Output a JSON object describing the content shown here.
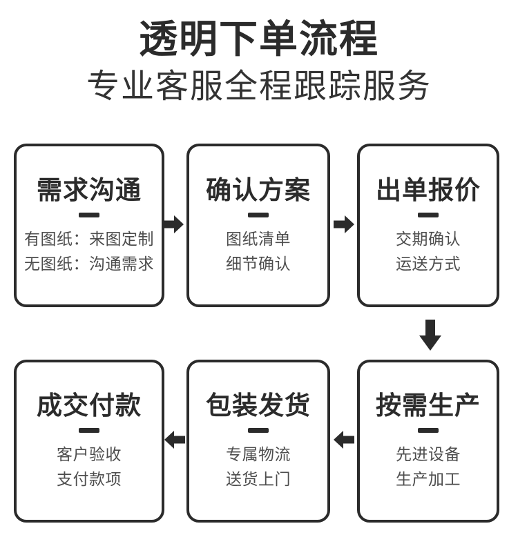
{
  "header": {
    "title": "透明下单流程",
    "subtitle": "专业客服全程跟踪服务"
  },
  "colors": {
    "ink": "#2b2b2b",
    "subtitle_text": "#333333",
    "detail_text": "#4d4d4d",
    "background": "#ffffff"
  },
  "steps": {
    "demand": {
      "title": "需求沟通",
      "line1": "有图纸：来图定制",
      "line2": "无图纸：沟通需求"
    },
    "confirm": {
      "title": "确认方案",
      "line1": "图纸清单",
      "line2": "细节确认"
    },
    "quote": {
      "title": "出单报价",
      "line1": "交期确认",
      "line2": "运送方式"
    },
    "production": {
      "title": "按需生产",
      "line1": "先进设备",
      "line2": "生产加工"
    },
    "shipping": {
      "title": "包装发货",
      "line1": "专属物流",
      "line2": "送货上门"
    },
    "payment": {
      "title": "成交付款",
      "line1": "客户验收",
      "line2": "支付款项"
    }
  },
  "arrows": [
    {
      "from": "需求沟通",
      "to": "确认方案",
      "direction": "right"
    },
    {
      "from": "确认方案",
      "to": "出单报价",
      "direction": "right"
    },
    {
      "from": "出单报价",
      "to": "按需生产",
      "direction": "down"
    },
    {
      "from": "按需生产",
      "to": "包装发货",
      "direction": "left"
    },
    {
      "from": "包装发货",
      "to": "成交付款",
      "direction": "left"
    }
  ]
}
